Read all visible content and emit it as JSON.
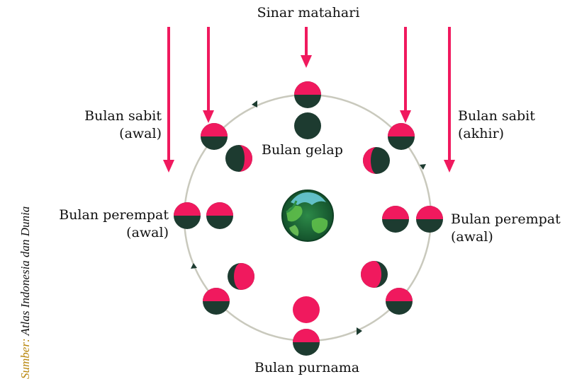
{
  "labels": {
    "sunlight": "Sinar matahari",
    "new_moon": "Bulan gelap",
    "crescent_left": [
      "Bulan sabit",
      "(awal)"
    ],
    "crescent_right": [
      "Bulan sabit",
      "(akhir)"
    ],
    "quarter_left": [
      "Bulan perempat",
      "(awal)"
    ],
    "quarter_right": [
      "Bulan perempat",
      "(awal)"
    ],
    "full_moon": "Bulan purnama"
  },
  "source": {
    "prefix": "Sumber:",
    "text": "Atlas Indonesia dan Dunia"
  },
  "colors": {
    "lit": "#f0195e",
    "dark": "#1d3b30",
    "arrow": "#f0195e",
    "orbit": "#c9c9bd",
    "source_prefix": "#b8860b",
    "earth_ocean": "#1f6e3c",
    "earth_land": "#5fbf4a",
    "earth_cloud": "#6fd0e0"
  }
}
